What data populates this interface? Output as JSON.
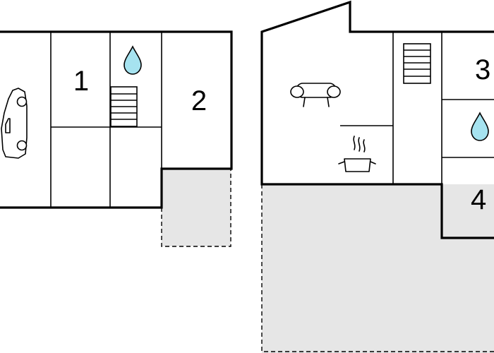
{
  "colors": {
    "wall": "#000000",
    "outdoor_fill": "#e6e6e6",
    "water_drop": "#a6e3f0",
    "background": "#ffffff"
  },
  "rooms": [
    {
      "number": "1"
    },
    {
      "number": "2"
    },
    {
      "number": "3"
    },
    {
      "number": "4"
    }
  ],
  "icons": [
    "car-icon",
    "water-drop-icon",
    "stairs-icon",
    "sofa-icon",
    "cooking-pot-icon"
  ]
}
